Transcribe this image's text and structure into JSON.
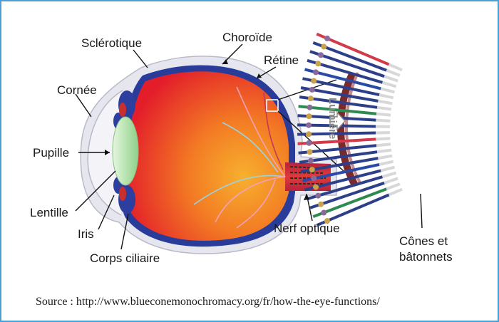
{
  "labels": {
    "sclerotique": "Sclérotique",
    "choroide": "Choroïde",
    "retine": "Rétine",
    "cornee": "Cornée",
    "pupille": "Pupille",
    "lentille": "Lentille",
    "iris": "Iris",
    "corps_ciliaire": "Corps ciliaire",
    "nerf_optique": "Nerf optique",
    "cones_line1": "Cônes et",
    "cones_line2": "bâtonnets",
    "lumiere": "Lumière"
  },
  "source": "Source : http://www.blueconemonochromacy.org/fr/how-the-eye-functions/",
  "colors": {
    "frame": "#4a9fd5",
    "sclera": "#e8e8ef",
    "choroid": "#2a3c9a",
    "retina_red": "#e8202a",
    "retina_orange": "#f59a2a",
    "lens": "#b8e3b0",
    "nerve": "#c52a3a"
  }
}
